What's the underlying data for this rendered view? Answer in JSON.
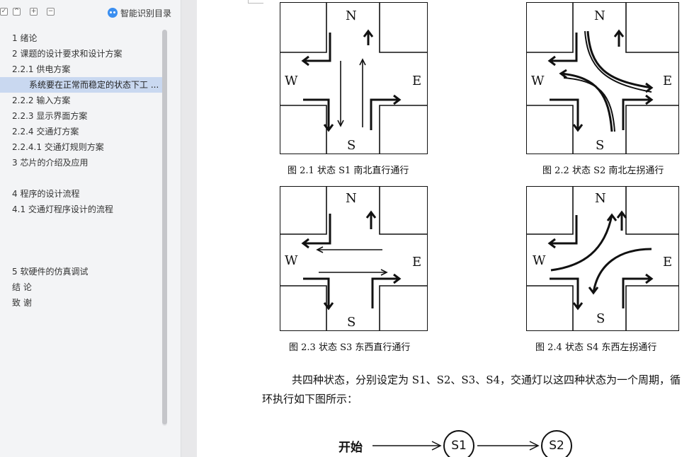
{
  "sidebar": {
    "toolbar": {
      "buttons": [
        "checkbox",
        "collapse",
        "expand",
        "minus"
      ],
      "ai_label": "智能识别目录"
    },
    "toc": [
      {
        "label": "1   绪论",
        "level": 1
      },
      {
        "label": "2   课题的设计要求和设计方案",
        "level": 1
      },
      {
        "label": "2.2.1  供电方案",
        "level": 1
      },
      {
        "label": "系统要在正常而稳定的状态下工 ...",
        "level": 2,
        "active": true
      },
      {
        "label": "2.2.2  输入方案",
        "level": 1
      },
      {
        "label": "2.2.3  显示界面方案",
        "level": 1
      },
      {
        "label": "2.2.4 交通灯方案",
        "level": 1
      },
      {
        "label": "2.2.4.1 交通灯规则方案",
        "level": 1
      },
      {
        "label": "3   芯片的介绍及应用",
        "level": 1
      },
      {
        "label": "4   程序的设计流程",
        "level": 1
      },
      {
        "label": "4.1  交通灯程序设计的流程",
        "level": 1
      },
      {
        "label": "5   软硬件的仿真调试",
        "level": 1
      },
      {
        "label": "结  论",
        "level": 1
      },
      {
        "label": "致  谢",
        "level": 1
      }
    ]
  },
  "document": {
    "figures": [
      {
        "caption": "图 2.1   状态 S1 南北直行通行",
        "n": "N",
        "s": "S",
        "w": "W",
        "e": "E"
      },
      {
        "caption": "图 2.2   状态 S2 南北左拐通行",
        "n": "N",
        "s": "S",
        "w": "W",
        "e": "E"
      },
      {
        "caption": "图 2.3    状态 S3 东西直行通行",
        "n": "N",
        "s": "S",
        "w": "W",
        "e": "E"
      },
      {
        "caption": "图 2.4    状态 S4 东西左拐通行",
        "n": "N",
        "s": "S",
        "w": "W",
        "e": "E"
      }
    ],
    "paragraph_line1": "共四种状态，分别设定为 S1、S2、S3、S4，交通灯以这四种状态为一个周期，循",
    "paragraph_line2": "环执行如下图所示：",
    "flow": {
      "start": "开始",
      "nodes": [
        "S1",
        "S2"
      ]
    }
  }
}
